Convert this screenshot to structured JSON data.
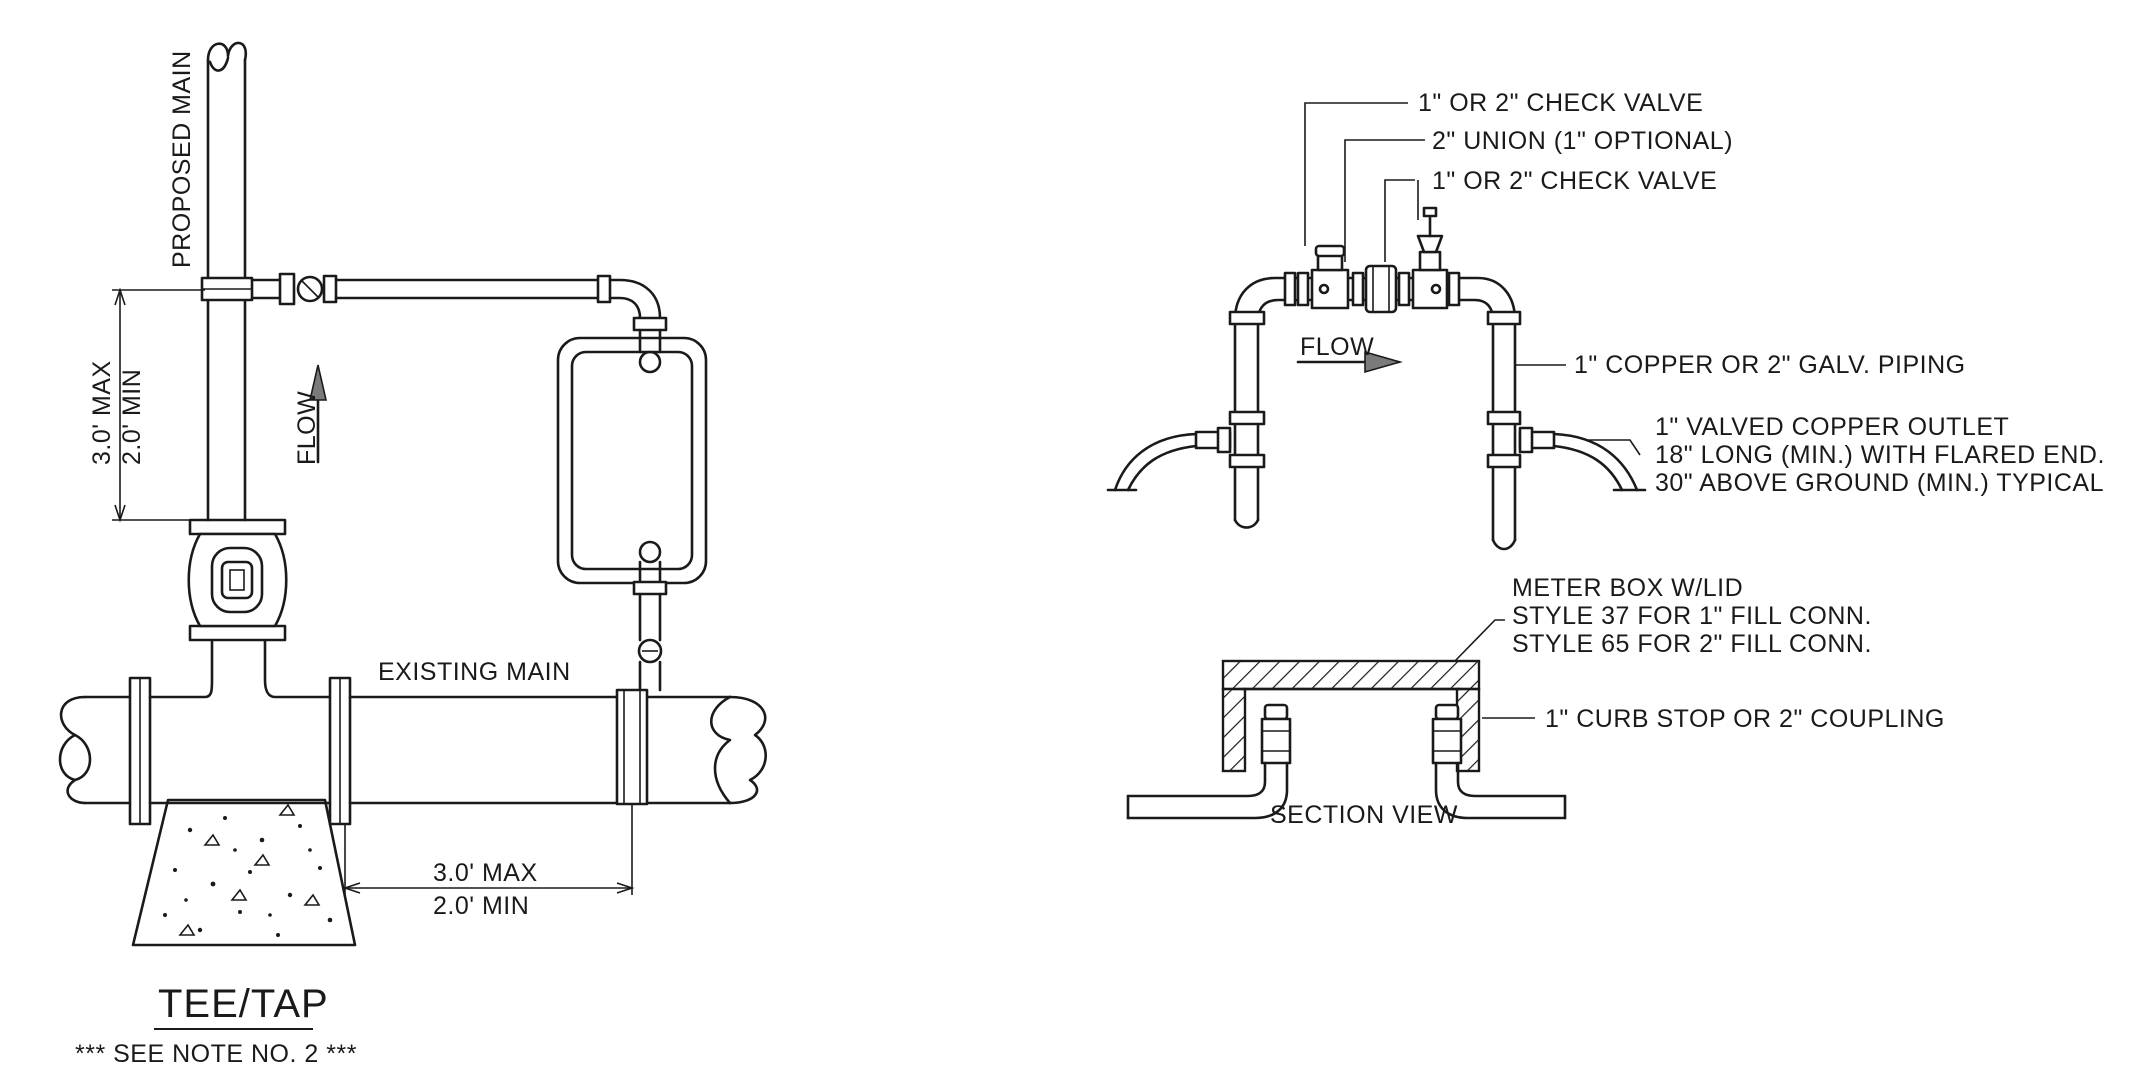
{
  "labels": {
    "proposed_main": "PROPOSED MAIN",
    "vdim_max": "3.0' MAX",
    "vdim_min": "2.0' MIN",
    "flow_vertical": "FLOW",
    "existing_main": "EXISTING MAIN",
    "hdim_max": "3.0' MAX",
    "hdim_min": "2.0' MIN",
    "title": "TEE/TAP",
    "see_note": "*** SEE NOTE NO. 2 ***",
    "check_valve_top": "1\" OR 2\" CHECK VALVE",
    "union": "2\" UNION (1\" OPTIONAL)",
    "check_valve_second": "1\" OR 2\" CHECK VALVE",
    "flow_horizontal": "FLOW",
    "piping": "1\" COPPER OR 2\" GALV. PIPING",
    "outlet_line1": "1\" VALVED COPPER OUTLET",
    "outlet_line2": "18\" LONG (MIN.) WITH FLARED END.",
    "outlet_line3": "30\" ABOVE GROUND (MIN.) TYPICAL",
    "meter_line1": "METER BOX W/LID",
    "meter_line2": "STYLE 37 FOR 1\" FILL CONN.",
    "meter_line3": "STYLE 65 FOR 2\" FILL CONN.",
    "curb_stop": "1\" CURB STOP OR 2\" COUPLING",
    "section_view": "SECTION VIEW"
  }
}
